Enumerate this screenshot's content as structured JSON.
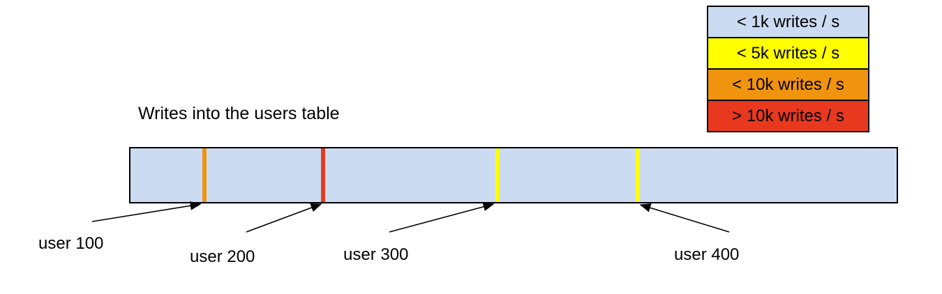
{
  "title": "Writes into the users table",
  "legend": {
    "items": [
      {
        "label": "< 1k writes / s",
        "color": "#cbdcf2"
      },
      {
        "label": "< 5k writes / s",
        "color": "#ffff00"
      },
      {
        "label": "< 10k writes / s",
        "color": "#f0940f"
      },
      {
        "label": "> 10k writes / s",
        "color": "#e8391f"
      }
    ]
  },
  "table_bar": {
    "fill": "#cbdcf2",
    "border_color": "#000000",
    "markers": [
      {
        "id": "user 100",
        "color": "#f0940f"
      },
      {
        "id": "user 200",
        "color": "#e8391f"
      },
      {
        "id": "user 300",
        "color": "#ffff00"
      },
      {
        "id": "user 400",
        "color": "#ffff00"
      }
    ]
  }
}
